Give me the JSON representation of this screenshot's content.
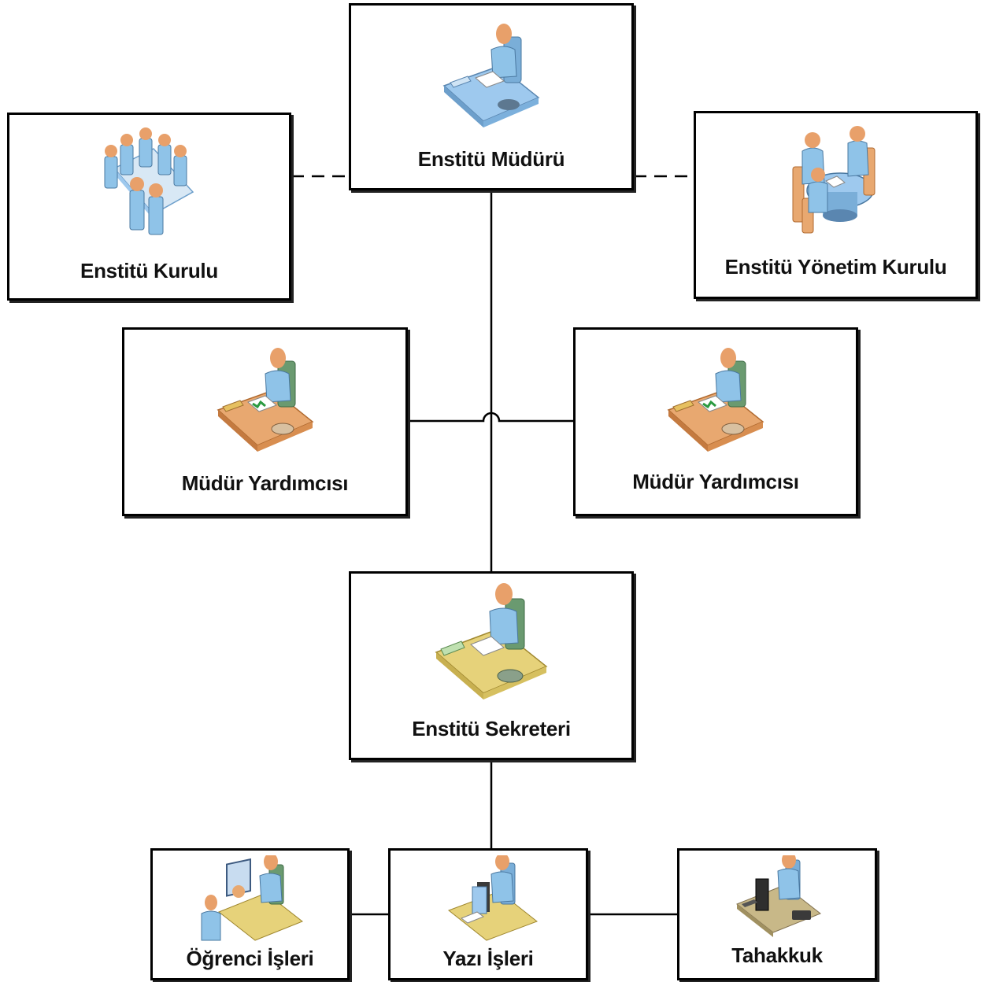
{
  "nodes": {
    "mudur": {
      "label": "Enstitü Müdürü",
      "icon": "person-at-desk-icon"
    },
    "kurul": {
      "label": "Enstitü Kurulu",
      "icon": "meeting-table-icon"
    },
    "yonetim": {
      "label": "Enstitü Yönetim Kurulu",
      "icon": "round-table-meeting-icon"
    },
    "yardimci_left": {
      "label": "Müdür Yardımcısı",
      "icon": "person-at-desk-icon"
    },
    "yardimci_right": {
      "label": "Müdür Yardımcısı",
      "icon": "person-at-desk-icon"
    },
    "sekreter": {
      "label": "Enstitü Sekreteri",
      "icon": "person-at-desk-icon"
    },
    "ogrenci": {
      "label": "Öğrenci İşleri",
      "icon": "person-with-monitor-icon"
    },
    "yazi": {
      "label": "Yazı İşleri",
      "icon": "person-at-computer-icon"
    },
    "tahakkuk": {
      "label": "Tahakkuk",
      "icon": "person-at-computer-icon"
    }
  },
  "colors": {
    "border": "#000000",
    "person_skin": "#e8a06a",
    "person_shirt": "#8fc3e8",
    "desk_blue": "#9ec9ee",
    "desk_orange": "#e8a870",
    "desk_yellow": "#e6d27a"
  }
}
